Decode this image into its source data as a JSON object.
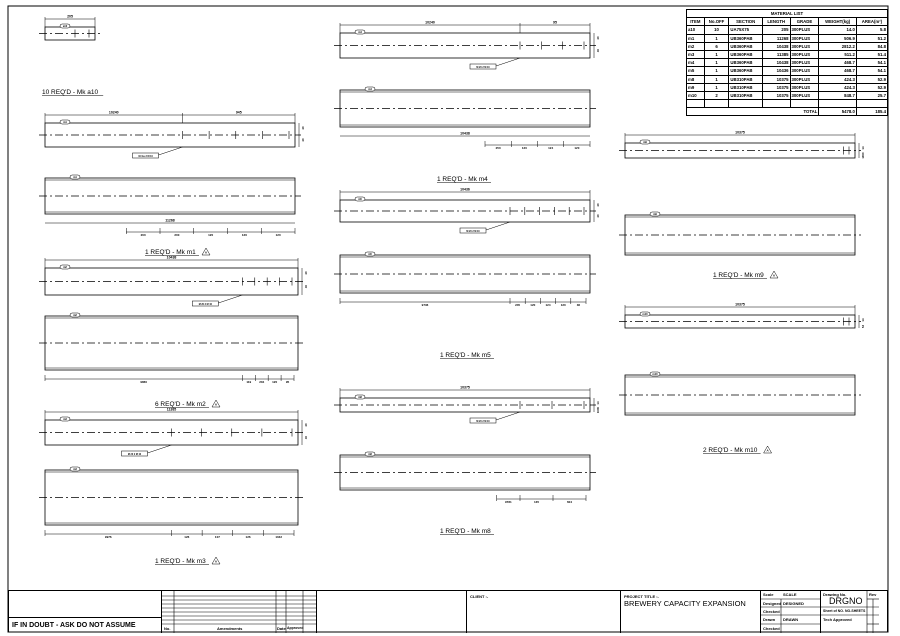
{
  "material_list": {
    "title": "MATERIAL LIST",
    "headers": [
      "ITEM",
      "No.OFF",
      "SECTION",
      "LENGTH",
      "GRADE",
      "WEIGHT(kg)",
      "AREA(m²)"
    ],
    "rows": [
      [
        "a10",
        "10",
        "UA75X75",
        "205",
        "300PLUS",
        "14.0",
        "5.8"
      ],
      [
        "m1",
        "1",
        "UB360PAB",
        "11268",
        "300PLUS",
        "506.9",
        "51.2"
      ],
      [
        "m2",
        "6",
        "UB360PAB",
        "10438",
        "300PLUS",
        "2812.2",
        "84.8"
      ],
      [
        "m3",
        "1",
        "UB360PAB",
        "11385",
        "300PLUS",
        "511.2",
        "51.4"
      ],
      [
        "m4",
        "1",
        "UB360PAB",
        "10438",
        "300PLUS",
        "468.7",
        "54.1"
      ],
      [
        "m5",
        "1",
        "UB360PAB",
        "10436",
        "300PLUS",
        "468.7",
        "54.1"
      ],
      [
        "m8",
        "1",
        "UB310PAB",
        "10375",
        "300PLUS",
        "424.3",
        "52.9"
      ],
      [
        "m9",
        "1",
        "UB310PAB",
        "10375",
        "300PLUS",
        "424.3",
        "52.9"
      ],
      [
        "m10",
        "2",
        "UB310PAB",
        "10375",
        "300PLUS",
        "848.7",
        "25.7"
      ]
    ],
    "total_label": "TOTAL",
    "total_weight": "5478.0",
    "total_area": "185.4"
  },
  "members": {
    "a10": {
      "title": "10 REQ'D - Mk a10",
      "tag": "a10",
      "dims_top": [
        "205"
      ],
      "dims_bottom": [],
      "elev_dim": ""
    },
    "m1": {
      "title": "1 REQ'D - Mk m1",
      "tag": "m1",
      "rev": "A",
      "dims_top": [
        "10240",
        "945"
      ],
      "dims_bottom": [
        "200",
        "200",
        "120",
        "126",
        "120"
      ],
      "elev_dim": "11268",
      "note": "10 Gu 2 M 10",
      "side": [
        "40",
        "40"
      ]
    },
    "m2": {
      "title": "6 REQ'D - Mk m2",
      "tag": "m2",
      "rev": "A",
      "dims_top": [
        "10438"
      ],
      "dims_bottom": [
        "9860",
        "119",
        "204",
        "120",
        "95"
      ],
      "note": "M 20 2 M 10",
      "side": [
        "40",
        "40"
      ]
    },
    "m3": {
      "title": "1 REQ'D - Mk m3",
      "tag": "m3",
      "rev": "A",
      "dims_top": [
        "11385"
      ],
      "dims_bottom": [
        "9976",
        "126",
        "107",
        "126",
        "1042"
      ],
      "note": "M 20 2 M 10",
      "side": [
        "40",
        "40"
      ]
    },
    "m4": {
      "title": "1 REQ'D - Mk m4",
      "tag": "m4",
      "dims_top": [
        "10240",
        "95"
      ],
      "dims_bottom": [
        "250",
        "120",
        "124",
        "120"
      ],
      "elev_dim": "10438",
      "note": "M 20 2 M 10",
      "side": [
        "40",
        "40"
      ]
    },
    "m5": {
      "title": "1 REQ'D - Mk m5",
      "tag": "m5",
      "dims_top": [
        "10436"
      ],
      "dims_bottom": [
        "9736",
        "245",
        "120",
        "124",
        "120",
        "36"
      ],
      "note": "M 20 2 M 10",
      "side": [
        "40",
        "40"
      ]
    },
    "m8": {
      "title": "1 REQ'D - Mk m8",
      "tag": "m8",
      "dims_top": [
        "10375"
      ],
      "dims_bottom": [
        "9781",
        "135",
        "604"
      ],
      "note": "M 20 2 M 10",
      "side": [
        "14",
        "1000"
      ]
    },
    "m9": {
      "title": "1 REQ'D - Mk m9",
      "tag": "m9",
      "rev": "A",
      "dims_top": [
        "10375"
      ],
      "dims_bottom": [],
      "side": [
        "14",
        "1000"
      ]
    },
    "m10": {
      "title": "2 REQ'D - Mk m10",
      "tag": "m10",
      "rev": "A",
      "dims_top": [
        "10375"
      ],
      "dims_bottom": [],
      "side": [
        "14",
        "53"
      ]
    }
  },
  "title_block": {
    "warning": "IF IN DOUBT - ASK DO NOT ASSUME",
    "amend_no": "No.",
    "amend_label": "Amendments",
    "amend_date": "Date",
    "amend_approved": "Approved",
    "client": "CLIENT :-",
    "project_label": "PROJECT TITLE :-",
    "project_title": "BREWERY CAPACITY EXPANSION",
    "scale_label": "Scale",
    "scale": "SCALE",
    "designed_label": "Designed",
    "designed": "DESIGNED",
    "checked_label": "Checked",
    "drawn_label": "Drawn",
    "drawn": "DRAWN",
    "checked2_label": "Checked",
    "drawing_no_label": "Drawing No.",
    "drawing_no": "DRGNO",
    "sheet": "Sheet of  NO. NO-SHEETS",
    "tech": "Tech Approved",
    "rev_label": "Rev"
  }
}
